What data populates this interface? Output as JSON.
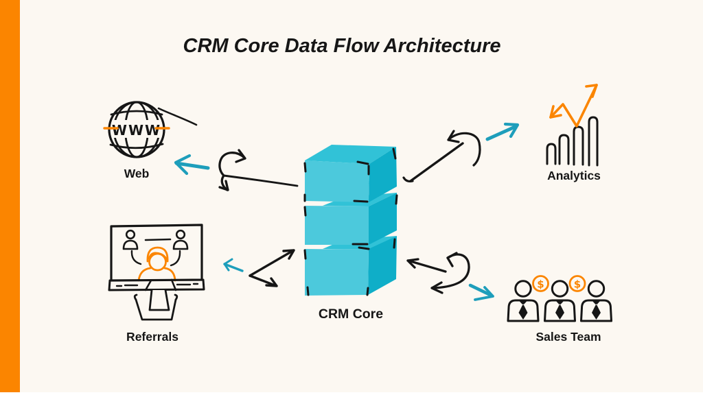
{
  "title": "CRM Core Data Flow Architecture",
  "colors": {
    "background": "#FCF8F2",
    "accent_orange": "#FB8500",
    "teal_arrow": "#1E9EBB",
    "cube_front": "#4CC9DC",
    "cube_top": "#31C2D7",
    "cube_side": "#0FAEC8",
    "ink": "#161616",
    "page_white": "#FFFFFF"
  },
  "nodes": {
    "crm_core": {
      "label": "CRM Core",
      "icon": "stacked-cubes-icon"
    },
    "web": {
      "label": "Web",
      "icon": "globe-www-icon"
    },
    "analytics": {
      "label": "Analytics",
      "icon": "bar-chart-trend-icon"
    },
    "referrals": {
      "label": "Referrals",
      "icon": "monitor-people-icon"
    },
    "sales_team": {
      "label": "Sales Team",
      "icon": "sales-people-icon"
    }
  },
  "icon_text": {
    "globe": "WWW",
    "currency": "$"
  },
  "connections": [
    {
      "from": "crm_core",
      "to": "web",
      "style": "bidirectional-sketch-arrows"
    },
    {
      "from": "crm_core",
      "to": "analytics",
      "style": "bidirectional-sketch-arrows"
    },
    {
      "from": "crm_core",
      "to": "referrals",
      "style": "bidirectional-sketch-arrows"
    },
    {
      "from": "crm_core",
      "to": "sales_team",
      "style": "bidirectional-sketch-arrows"
    }
  ]
}
